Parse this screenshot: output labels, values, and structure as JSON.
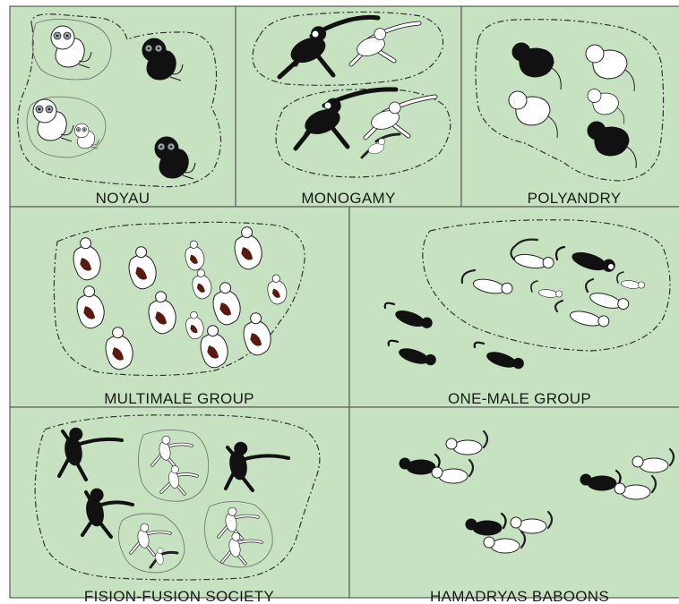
{
  "figure": {
    "panels": [
      {
        "id": "noyau",
        "label": "NOYAU"
      },
      {
        "id": "monogamy",
        "label": "MONOGAMY"
      },
      {
        "id": "polyandry",
        "label": "POLYANDRY"
      },
      {
        "id": "multimale",
        "label": "MULTIMALE GROUP"
      },
      {
        "id": "one-male",
        "label": "ONE-MALE GROUP"
      },
      {
        "id": "fission-fusion",
        "label": "FISION-FUSION SOCIETY"
      },
      {
        "id": "hamadryas",
        "label": "HAMADRYAS BABOONS"
      }
    ],
    "colors": {
      "panel_background": "#c6e2c0",
      "male_silhouette": "#111111",
      "female_silhouette": "#ffffff",
      "group_boundary": "#333333"
    },
    "icons": [
      "tarsier-icon",
      "gibbon-icon",
      "tamarin-icon",
      "sifaka-icon",
      "langur-icon",
      "spider-monkey-icon",
      "baboon-icon"
    ]
  }
}
